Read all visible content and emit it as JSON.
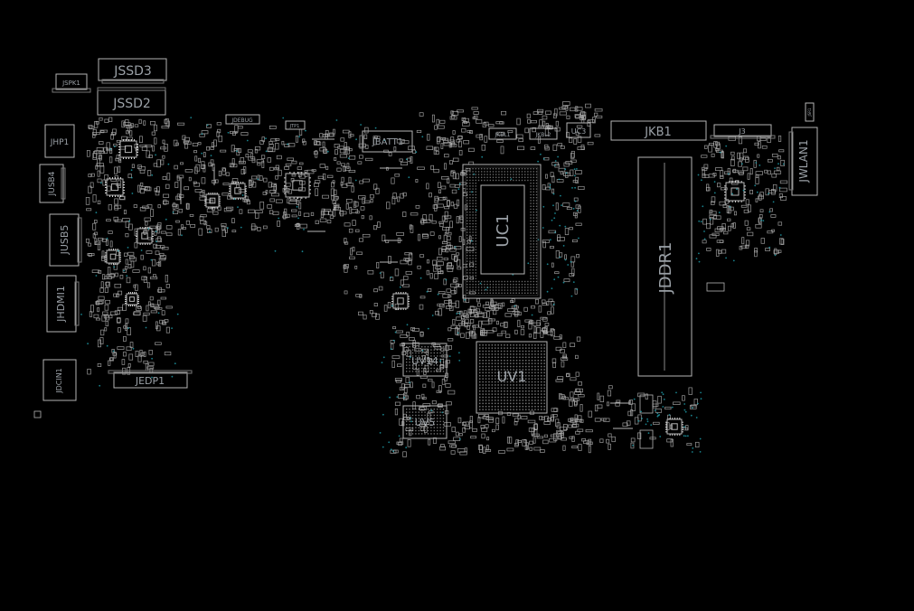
{
  "colors": {
    "background": "#000000",
    "outline": "#b4b4b4",
    "pad": "#cfcfcf",
    "label": "#9aa0a6",
    "via": "#1fa3b0"
  },
  "components": {
    "jssd3": "JSSD3",
    "jssd2": "JSSD2",
    "jspk1": "JSPK1",
    "jhp1": "JHP1",
    "jusb4": "JUSB4",
    "jusb5": "JUSB5",
    "jhdmi1": "JHDMI1",
    "jdcin1": "JDCIN1",
    "jedp1": "JEDP1",
    "jdebug": "JDEBUG",
    "jtp1": "JTP1",
    "jbatt1": "JBATT1",
    "jkbl1": "JKBL1",
    "jkbl2": "JKBL2",
    "uc3": "UC3",
    "jkb1": "JKB1",
    "j3": "J3",
    "jwlan1": "JWLAN1",
    "uc1": "UC1",
    "jddr1": "JDDR1",
    "uv14": "UV14",
    "uv5": "UV5",
    "uv1": "UV1",
    "jsr1": "JSR1"
  }
}
